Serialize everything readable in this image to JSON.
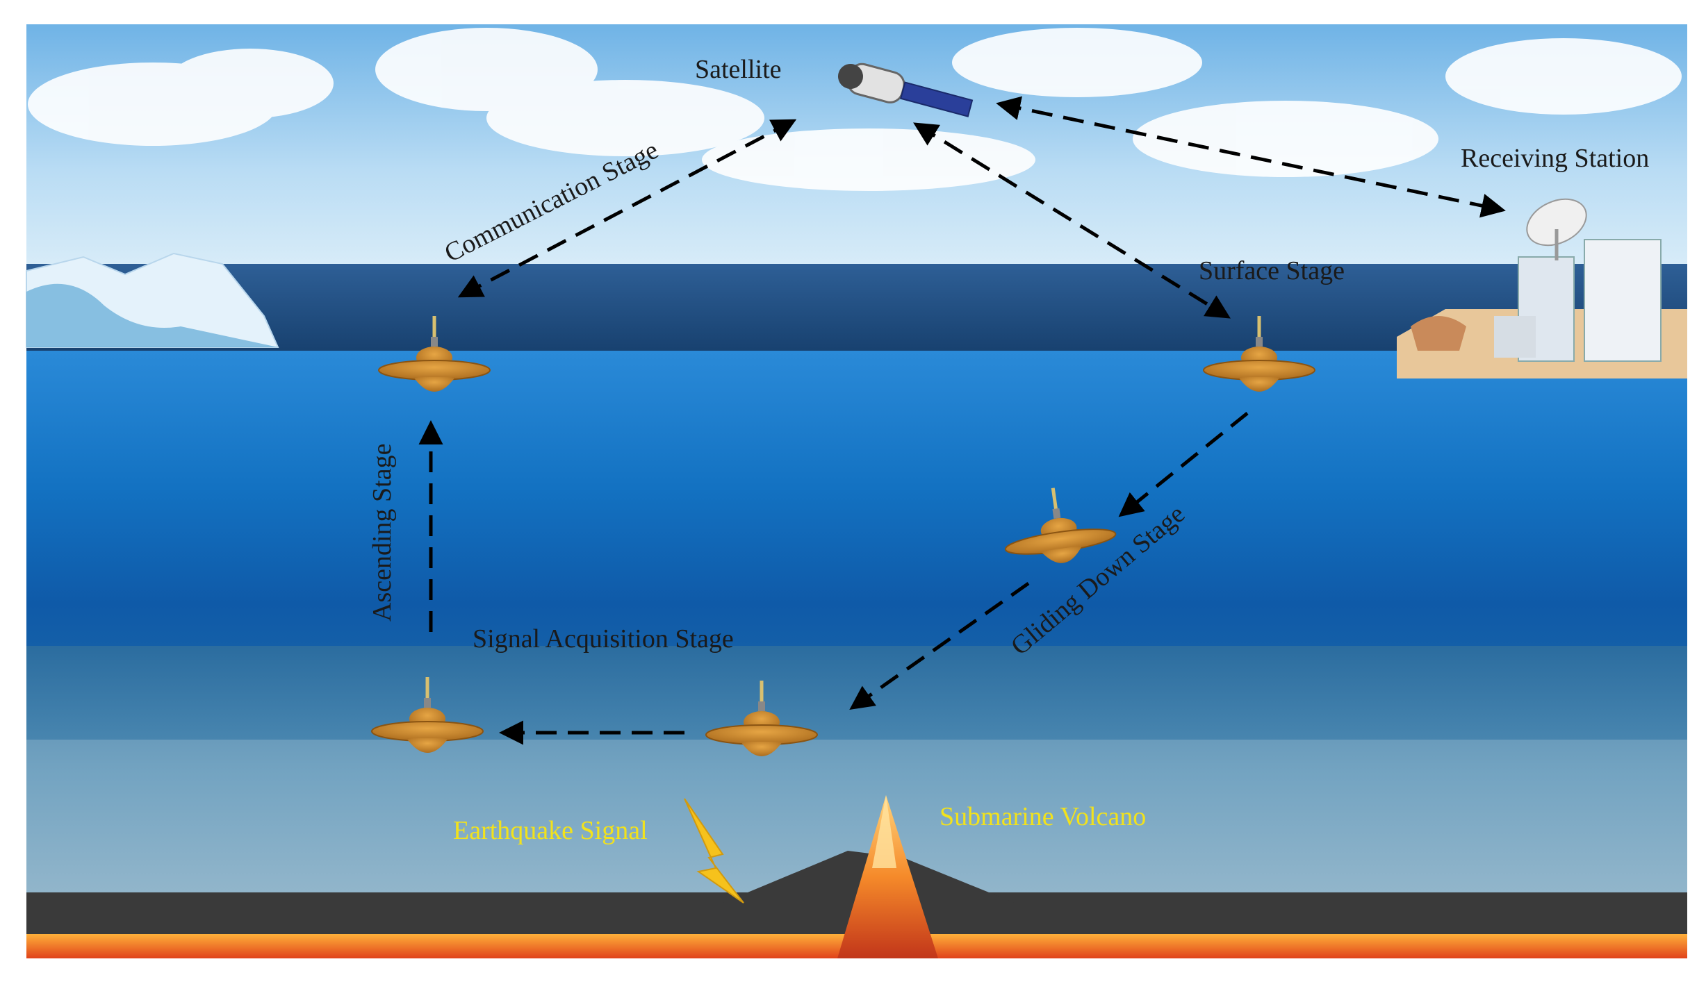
{
  "labels": {
    "satellite": "Satellite",
    "receiving_station": "Receiving Station",
    "communication_stage": "Communication Stage",
    "surface_stage": "Surface Stage",
    "ascending_stage": "Ascending Stage",
    "gliding_down_stage": "Gliding Down Stage",
    "signal_acquisition_stage": "Signal Acquisition Stage",
    "earthquake_signal": "Earthquake Signal",
    "submarine_volcano": "Submarine Volcano"
  },
  "colors": {
    "sky": "#9fd0f0",
    "sea_surface": "#1f4f8a",
    "water_upper": "#1a7fce",
    "water_deep": "#0f4f9a",
    "seabed": "#3d7fa8",
    "float_body": "#c98a2c",
    "stage_label": "#1a1a1a",
    "hazard_label": "#f2e21c",
    "lava": "#f07a1c",
    "rock": "#3a3a3a"
  },
  "icons": [
    "satellite-icon",
    "receiving-station-icon",
    "iceberg-icon",
    "float-icon",
    "lightning-icon",
    "volcano-icon"
  ]
}
